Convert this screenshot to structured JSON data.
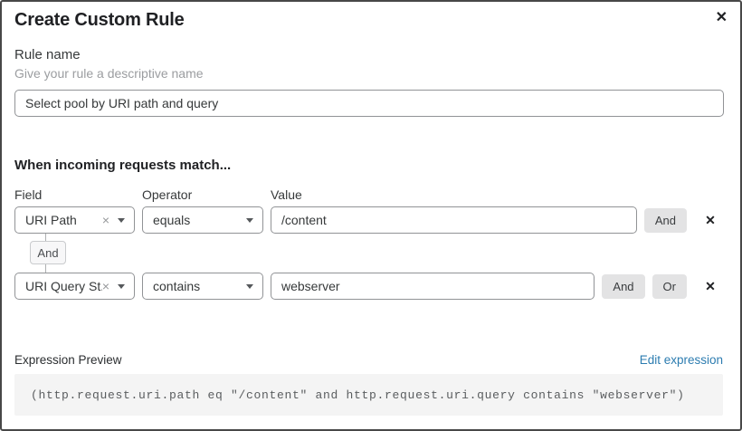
{
  "dialog": {
    "title": "Create Custom Rule",
    "close_icon": "✕"
  },
  "rule_name": {
    "label": "Rule name",
    "hint": "Give your rule a descriptive name",
    "value": "Select pool by URI path and query"
  },
  "match": {
    "heading": "When incoming requests match...",
    "columns": {
      "field": "Field",
      "operator": "Operator",
      "value": "Value"
    },
    "conditions": [
      {
        "field": "URI Path",
        "operator": "equals",
        "value": "/content",
        "buttons": [
          "And"
        ]
      },
      {
        "field": "URI Query St...",
        "operator": "contains",
        "value": "webserver",
        "buttons": [
          "And",
          "Or"
        ]
      }
    ],
    "connector_label": "And",
    "clear_icon": "×",
    "remove_icon": "✕"
  },
  "expression": {
    "label": "Expression Preview",
    "edit_link": "Edit expression",
    "code": "(http.request.uri.path eq \"/content\" and http.request.uri.query contains \"webserver\")"
  },
  "colors": {
    "link_blue": "#2c7cb0",
    "chip_gray": "#e3e3e4",
    "code_background": "#f4f4f4",
    "dialog_border": "#484848",
    "input_border": "#919396"
  }
}
